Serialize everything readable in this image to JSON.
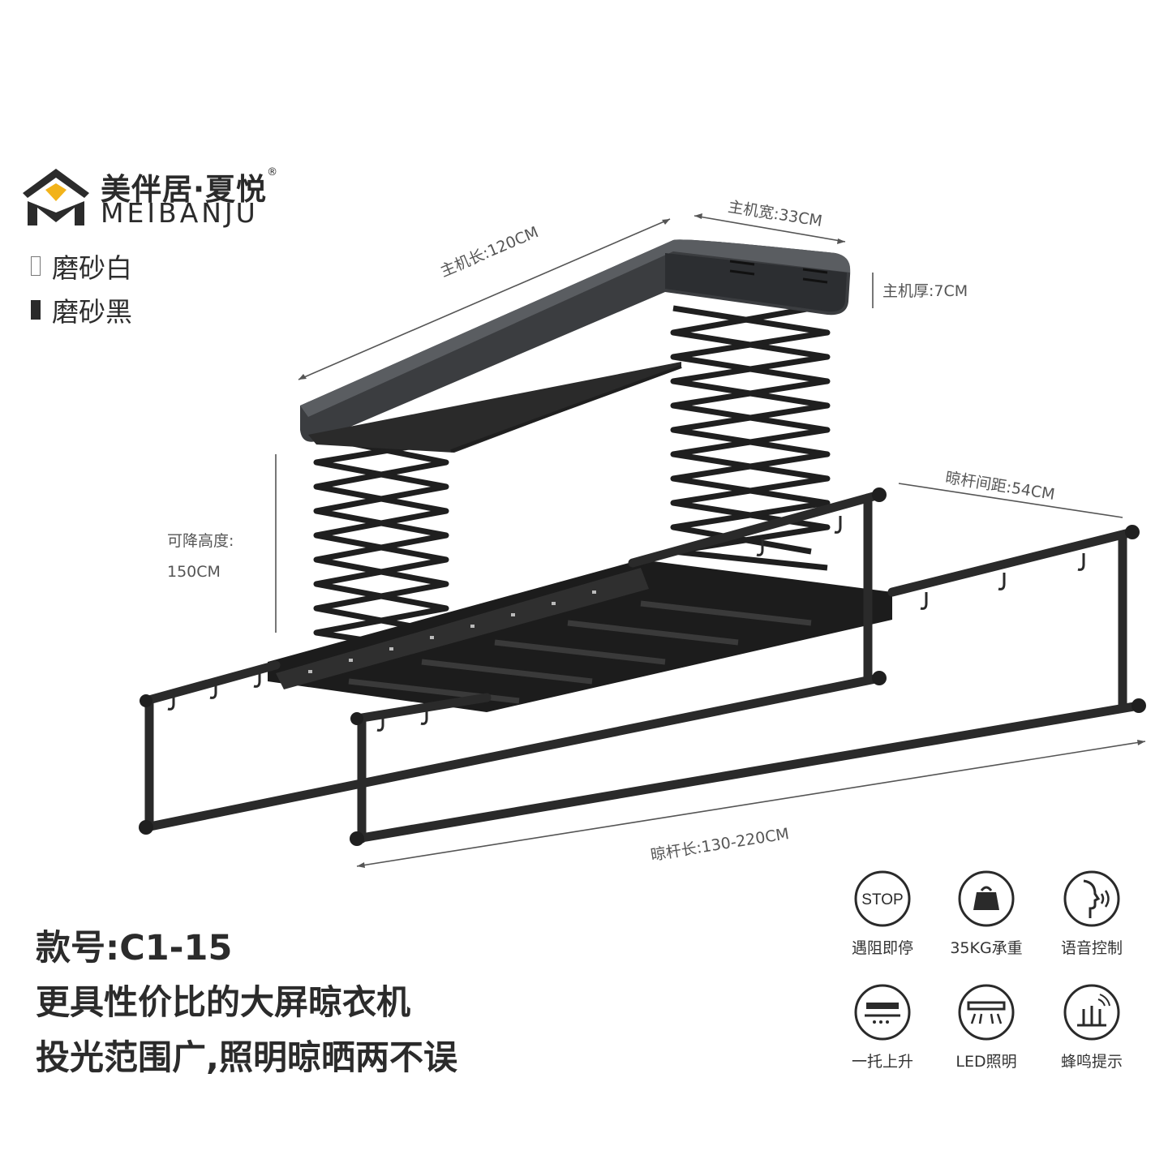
{
  "brand": {
    "name_cn": "美伴居·夏悦",
    "reg": "®",
    "name_en": "MEIBANJU"
  },
  "colors": [
    {
      "label": "磨砂白",
      "swatch": "#ffffff"
    },
    {
      "label": "磨砂黑",
      "swatch": "#2a2a2a"
    }
  ],
  "dimensions": {
    "host_length": "主机长:120CM",
    "host_width": "主机宽:33CM",
    "host_thickness": "主机厚:7CM",
    "drop_height_label": "可降高度:",
    "drop_height_value": "150CM",
    "pole_spacing": "晾杆间距:54CM",
    "pole_length": "晾杆长:130-220CM"
  },
  "model": "款号:C1-15",
  "taglines": [
    "更具性价比的大屏晾衣机",
    "投光范围广,照明晾晒两不误"
  ],
  "features": [
    {
      "icon": "stop-icon",
      "icon_text": "STOP",
      "label": "遇阻即停"
    },
    {
      "icon": "weight-icon",
      "label": "35KG承重"
    },
    {
      "icon": "voice-control-icon",
      "label": "语音控制"
    },
    {
      "icon": "lift-icon",
      "label": "一托上升"
    },
    {
      "icon": "led-light-icon",
      "label": "LED照明"
    },
    {
      "icon": "buzzer-icon",
      "label": "蜂鸣提示"
    }
  ],
  "accent_color": "#2a2a2a"
}
